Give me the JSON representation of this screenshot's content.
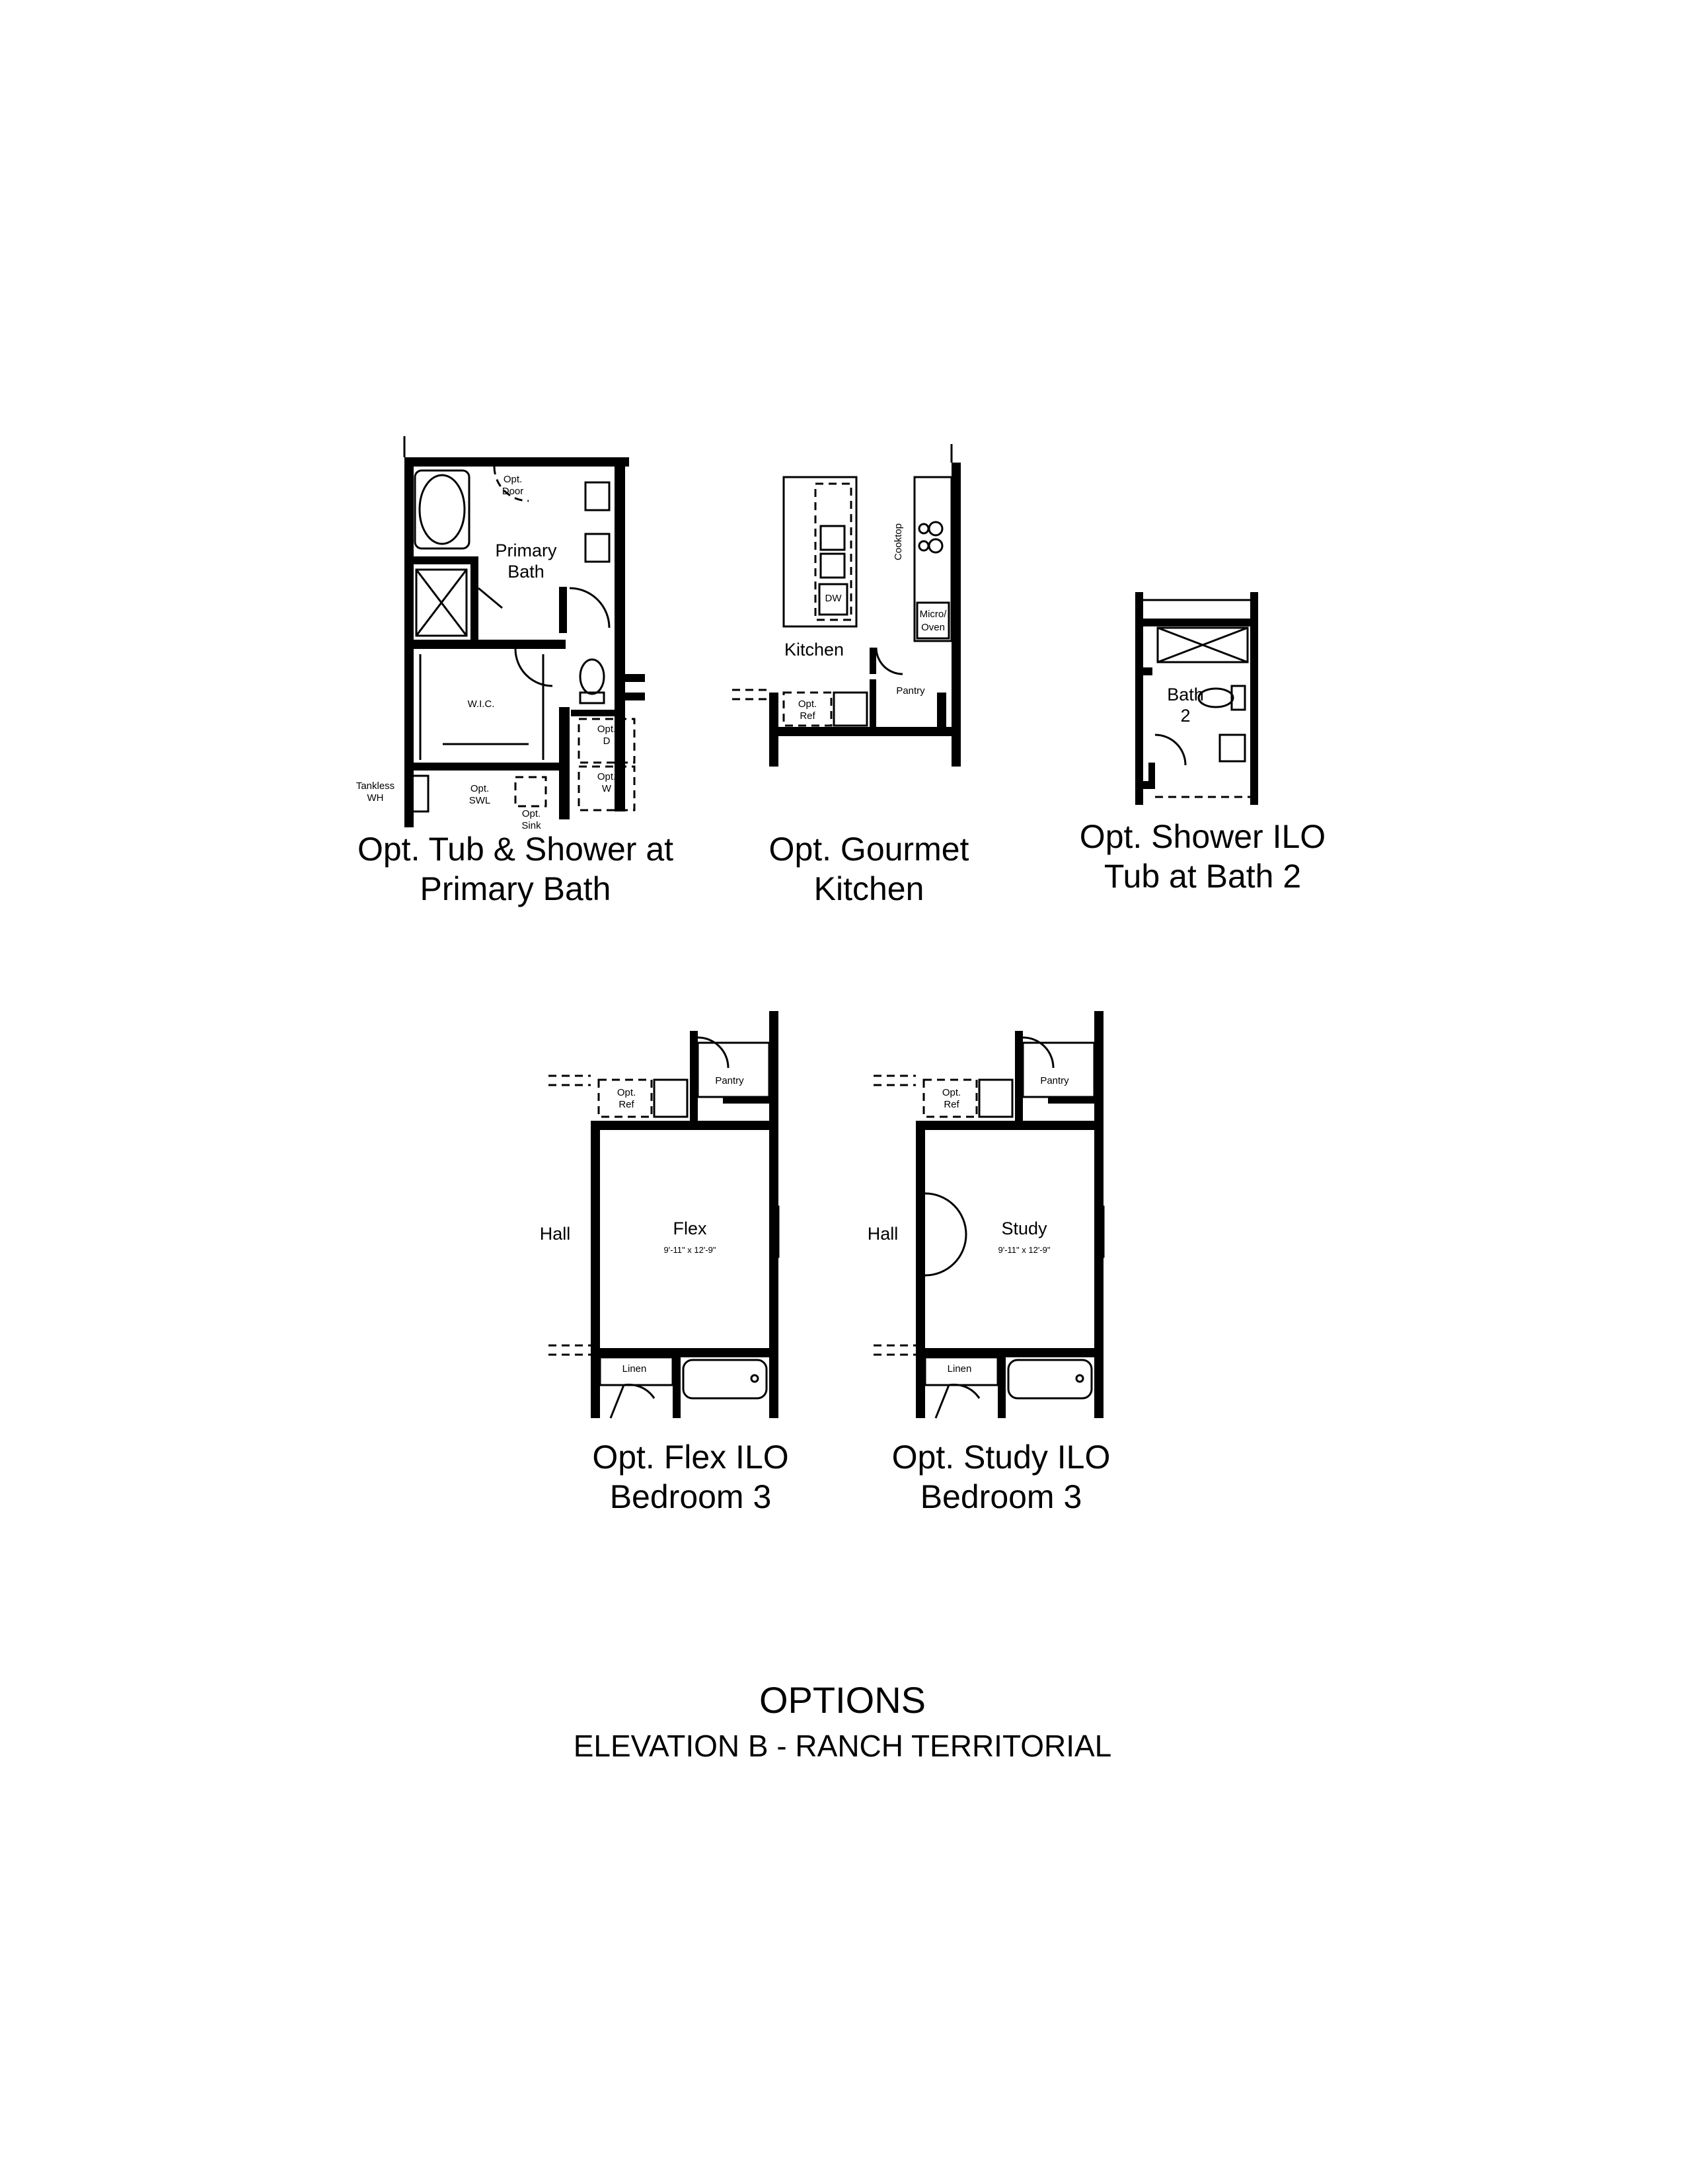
{
  "plans": {
    "primary_bath": {
      "caption_line1": "Opt. Tub & Shower at",
      "caption_line2": "Primary Bath",
      "labels": {
        "opt_door_1": "Opt.",
        "opt_door_2": "Door",
        "room_1": "Primary",
        "room_2": "Bath",
        "wic": "W.I.C.",
        "tankless_1": "Tankless",
        "tankless_2": "WH",
        "swl_1": "Opt.",
        "swl_2": "SWL",
        "sink_1": "Opt.",
        "sink_2": "Sink",
        "dryer_1": "Opt.",
        "dryer_2": "D",
        "washer_1": "Opt.",
        "washer_2": "W"
      }
    },
    "gourmet_kitchen": {
      "caption_line1": "Opt. Gourmet",
      "caption_line2": "Kitchen",
      "labels": {
        "kitchen": "Kitchen",
        "cooktop": "Cooktop",
        "dw": "DW",
        "micro_1": "Micro/",
        "micro_2": "Oven",
        "pantry": "Pantry",
        "ref_1": "Opt.",
        "ref_2": "Ref"
      }
    },
    "shower_bath2": {
      "caption_line1": "Opt. Shower ILO",
      "caption_line2": "Tub at Bath 2",
      "labels": {
        "bath_1": "Bath",
        "bath_2": "2"
      }
    },
    "flex": {
      "caption_line1": "Opt. Flex ILO",
      "caption_line2": "Bedroom 3",
      "labels": {
        "ref_1": "Opt.",
        "ref_2": "Ref",
        "pantry": "Pantry",
        "room": "Flex",
        "dims": "9'-11\" x 12'-9\"",
        "hall": "Hall",
        "linen": "Linen"
      }
    },
    "study": {
      "caption_line1": "Opt. Study ILO",
      "caption_line2": "Bedroom 3",
      "labels": {
        "ref_1": "Opt.",
        "ref_2": "Ref",
        "pantry": "Pantry",
        "room": "Study",
        "dims": "9'-11\" x 12'-9\"",
        "hall": "Hall",
        "linen": "Linen"
      }
    }
  },
  "footer": {
    "title": "OPTIONS",
    "subtitle": "ELEVATION B - RANCH TERRITORIAL"
  }
}
